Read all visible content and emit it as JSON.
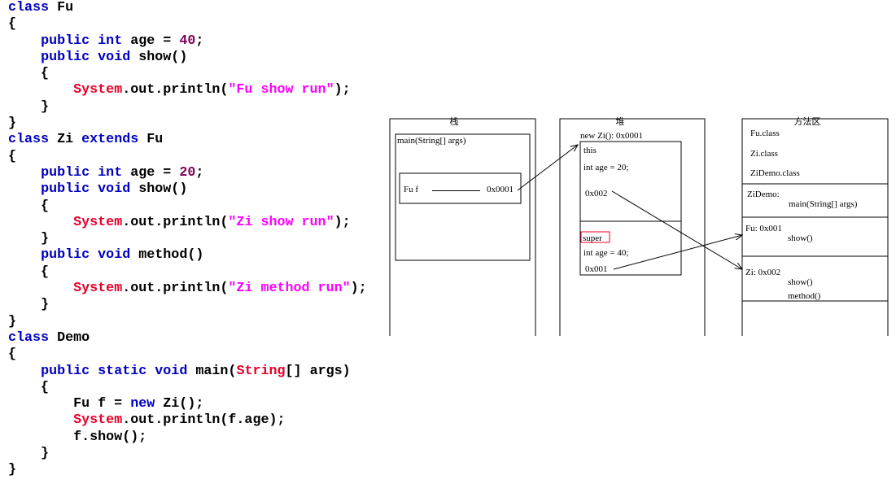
{
  "code": [
    [
      {
        "t": "class",
        "c": "kw"
      },
      {
        "t": " Fu"
      }
    ],
    [
      {
        "t": "{"
      }
    ],
    [
      {
        "t": "    "
      },
      {
        "t": "public",
        "c": "kw"
      },
      {
        "t": " "
      },
      {
        "t": "int",
        "c": "kw"
      },
      {
        "t": " age = "
      },
      {
        "t": "40",
        "c": "num"
      },
      {
        "t": ";"
      }
    ],
    [
      {
        "t": "    "
      },
      {
        "t": "public",
        "c": "kw"
      },
      {
        "t": " "
      },
      {
        "t": "void",
        "c": "kw"
      },
      {
        "t": " show()"
      }
    ],
    [
      {
        "t": "    {"
      }
    ],
    [
      {
        "t": "        "
      },
      {
        "t": "System",
        "c": "cls"
      },
      {
        "t": ".out.println("
      },
      {
        "t": "\"Fu show run\"",
        "c": "str"
      },
      {
        "t": ");"
      }
    ],
    [
      {
        "t": "    }"
      }
    ],
    [
      {
        "t": "}"
      }
    ],
    [
      {
        "t": "class",
        "c": "kw"
      },
      {
        "t": " Zi "
      },
      {
        "t": "extends",
        "c": "kw"
      },
      {
        "t": " Fu"
      }
    ],
    [
      {
        "t": "{"
      }
    ],
    [
      {
        "t": "    "
      },
      {
        "t": "public",
        "c": "kw"
      },
      {
        "t": " "
      },
      {
        "t": "int",
        "c": "kw"
      },
      {
        "t": " age = "
      },
      {
        "t": "20",
        "c": "num"
      },
      {
        "t": ";"
      }
    ],
    [
      {
        "t": "    "
      },
      {
        "t": "public",
        "c": "kw"
      },
      {
        "t": " "
      },
      {
        "t": "void",
        "c": "kw"
      },
      {
        "t": " show()"
      }
    ],
    [
      {
        "t": "    {"
      }
    ],
    [
      {
        "t": "        "
      },
      {
        "t": "System",
        "c": "cls"
      },
      {
        "t": ".out.println("
      },
      {
        "t": "\"Zi show run\"",
        "c": "str"
      },
      {
        "t": ");"
      }
    ],
    [
      {
        "t": "    }"
      }
    ],
    [
      {
        "t": "    "
      },
      {
        "t": "public",
        "c": "kw"
      },
      {
        "t": " "
      },
      {
        "t": "void",
        "c": "kw"
      },
      {
        "t": " method()"
      }
    ],
    [
      {
        "t": "    {"
      }
    ],
    [
      {
        "t": "        "
      },
      {
        "t": "System",
        "c": "cls"
      },
      {
        "t": ".out.println("
      },
      {
        "t": "\"Zi method run\"",
        "c": "str"
      },
      {
        "t": ");"
      }
    ],
    [
      {
        "t": "    }"
      }
    ],
    [
      {
        "t": "}"
      }
    ],
    [
      {
        "t": "class",
        "c": "kw"
      },
      {
        "t": " Demo"
      }
    ],
    [
      {
        "t": "{"
      }
    ],
    [
      {
        "t": "    "
      },
      {
        "t": "public",
        "c": "kw"
      },
      {
        "t": " "
      },
      {
        "t": "static",
        "c": "kw"
      },
      {
        "t": " "
      },
      {
        "t": "void",
        "c": "kw"
      },
      {
        "t": " main("
      },
      {
        "t": "String",
        "c": "cls"
      },
      {
        "t": "[] args)"
      }
    ],
    [
      {
        "t": "    {"
      }
    ],
    [
      {
        "t": "        Fu f = "
      },
      {
        "t": "new",
        "c": "kw"
      },
      {
        "t": " Zi();"
      }
    ],
    [
      {
        "t": "        "
      },
      {
        "t": "System",
        "c": "cls"
      },
      {
        "t": ".out.println(f.age);"
      }
    ],
    [
      {
        "t": "        f.show();"
      }
    ],
    [
      {
        "t": "    }"
      }
    ],
    [
      {
        "t": "}"
      }
    ]
  ],
  "diagram": {
    "stack": {
      "title": "栈",
      "frame_label": "main(String[] args)",
      "var_name": "Fu f",
      "var_value": "0x0001"
    },
    "heap": {
      "title": "堆",
      "object_label": "new Zi(): 0x0001",
      "this_label": "this",
      "zi_age": "int age = 20;",
      "zi_method_ref": "0x002",
      "super_label": "super",
      "fu_age": "int age = 40;",
      "fu_method_ref": "0x001"
    },
    "method_area": {
      "title": "方法区",
      "classes": [
        "Fu.class",
        "Zi.class",
        "ZiDemo.class"
      ],
      "zidemo_label": "ZiDemo:",
      "zidemo_method": "main(String[] args)",
      "fu_label": "Fu: 0x001",
      "fu_method": "show()",
      "zi_label": "Zi: 0x002",
      "zi_methods": [
        "show()",
        "method()"
      ]
    },
    "colors": {
      "line": "#000000",
      "super_box": "#e8002a",
      "keyword": "#0000c0",
      "class_name": "#e8002a",
      "string": "#ff00ff",
      "number": "#7f0055"
    }
  }
}
